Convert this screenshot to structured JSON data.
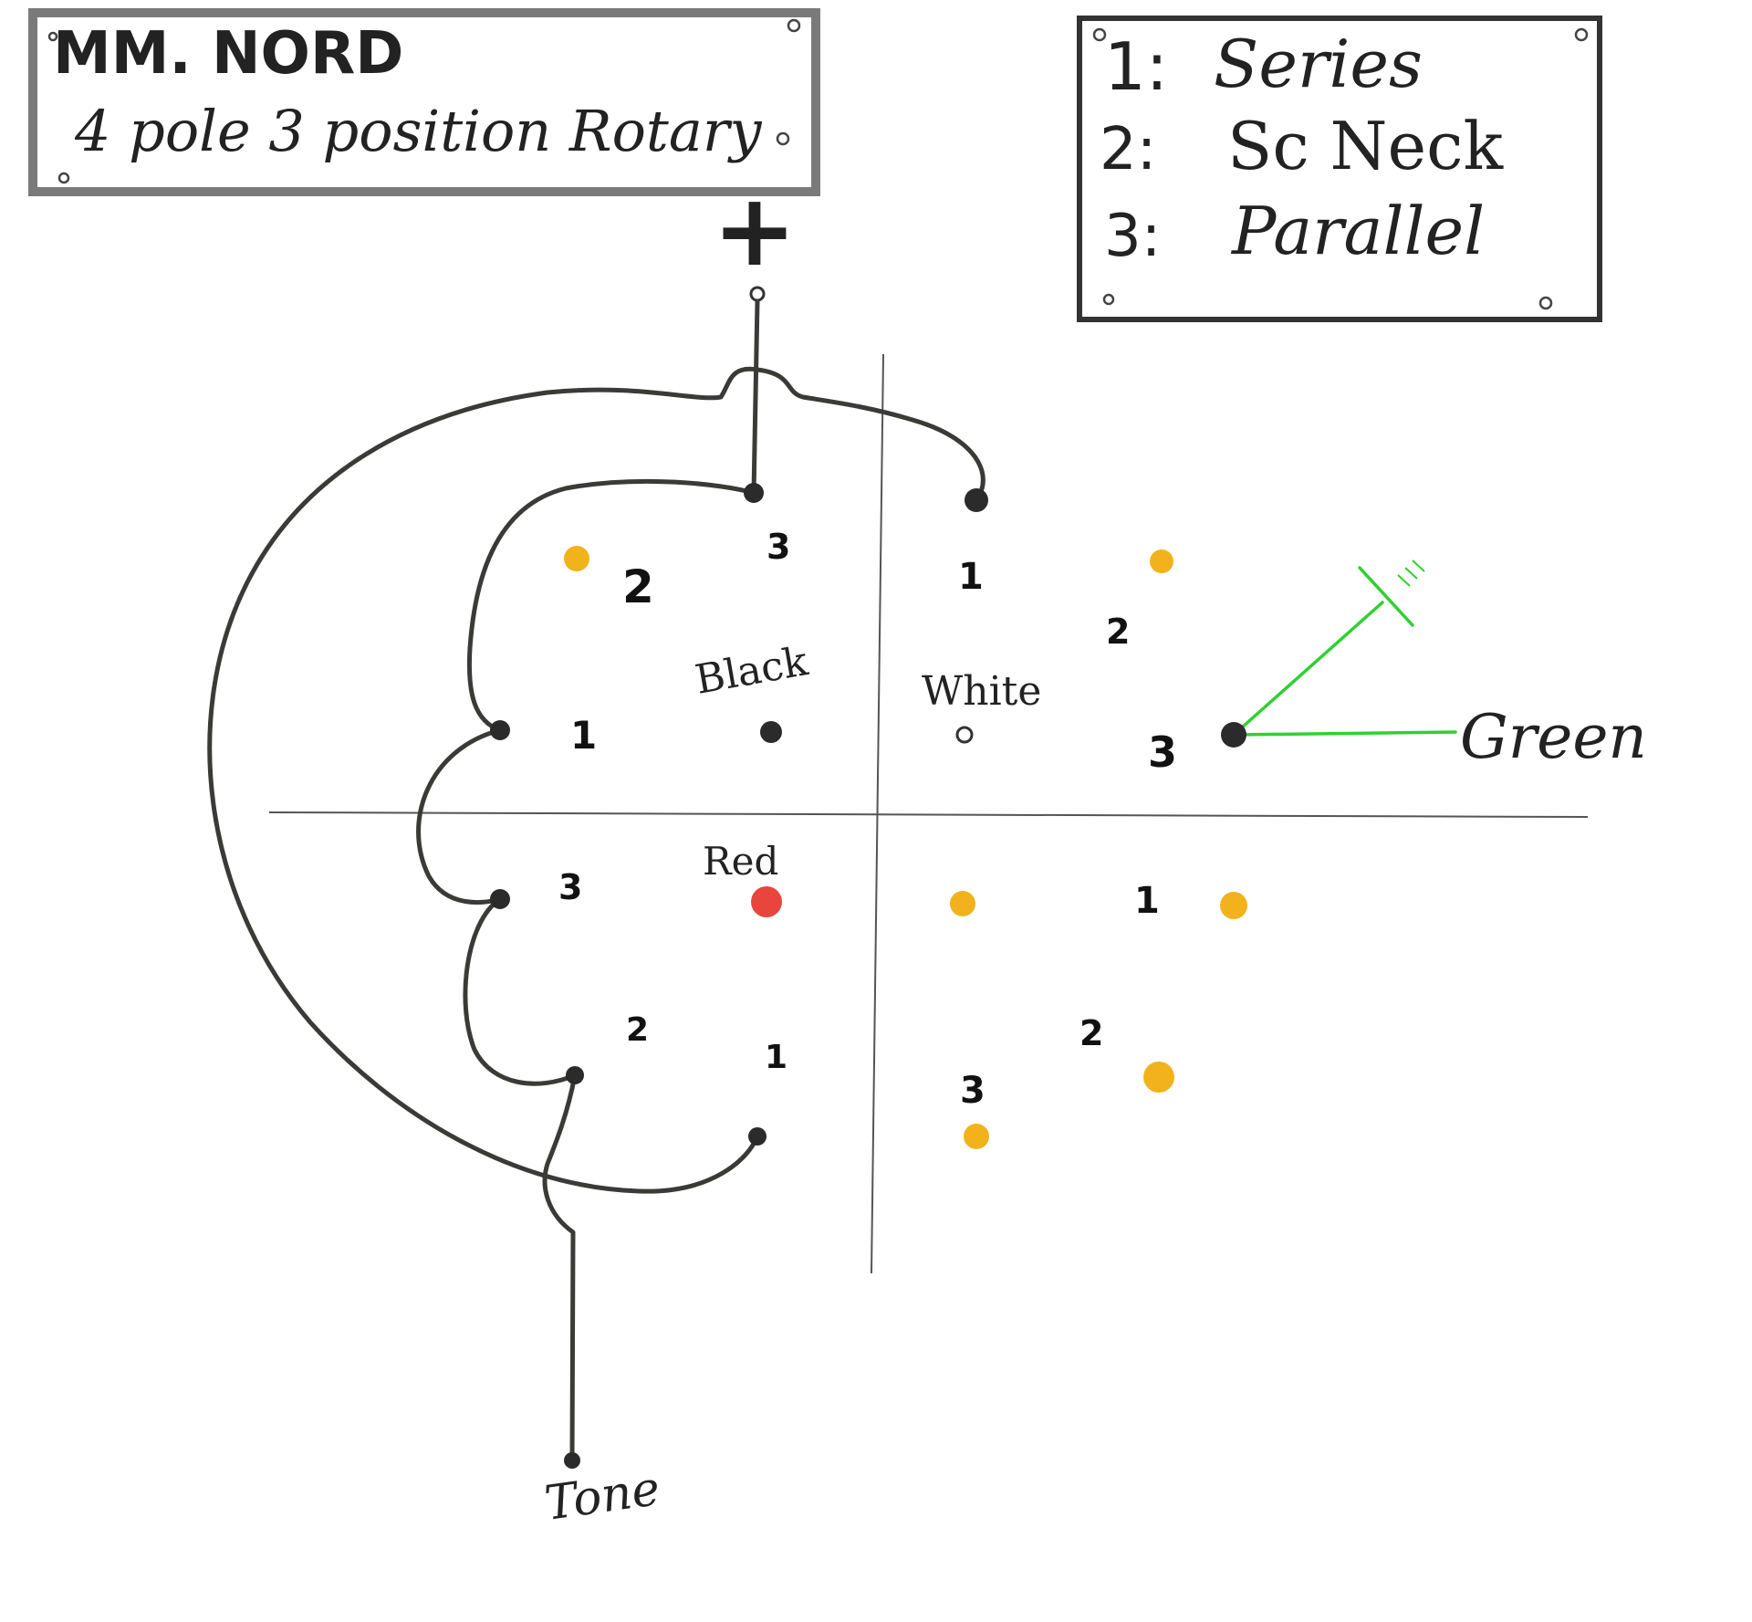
{
  "title_plate": {
    "line1": "MM. NORD",
    "line2": "4 pole 3 position Rotary"
  },
  "legend_plate": {
    "items": [
      {
        "number": "1:",
        "label": "Series"
      },
      {
        "number": "2:",
        "label": "Sc Neck"
      },
      {
        "number": "3:",
        "label": "Parallel"
      }
    ]
  },
  "output": {
    "symbol": "+"
  },
  "quadrants": {
    "top_left": {
      "label": "Black",
      "numbers": [
        "3",
        "2",
        "1"
      ]
    },
    "top_right": {
      "label": "White",
      "numbers": [
        "1",
        "2",
        "3"
      ]
    },
    "bottom_left": {
      "label": "Red",
      "numbers": [
        "3",
        "2",
        "1"
      ]
    },
    "bottom_right": {
      "numbers": [
        "1",
        "2",
        "3"
      ]
    }
  },
  "green_wire": {
    "label": "Green"
  },
  "tone": {
    "label": "Tone"
  },
  "colors": {
    "wire": "#3a3a36",
    "green": "#2fd12f",
    "lug_yellow": "#f2b21b",
    "lug_red": "#e8453c",
    "lug_black": "#2b2b2b"
  }
}
